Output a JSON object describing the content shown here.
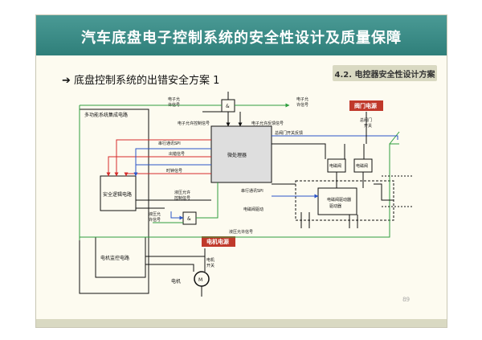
{
  "slide": {
    "title": "汽车底盘电子控制系统的安全性设计及质量保障",
    "section_tag": "4.2. 电控器安全性设计方案",
    "subtitle": "底盘控制系统的出错安全方案 1",
    "page_number": "89"
  },
  "diagram": {
    "blocks": {
      "multi_ic": "多功能系统集成电路",
      "safety_logic": "安全逻辑电路",
      "motor_monitor": "电机监控电路",
      "microprocessor": "微处理器",
      "valve_driver": "电磁阀驱动器",
      "and_gate_top": "&",
      "and_gate_mid": "&",
      "solenoid_1": "电磁阀",
      "solenoid_2": "电磁阀"
    },
    "labels": {
      "ecu_enable_left": [
        "电子允",
        "许信号"
      ],
      "ecu_enable_right": [
        "电子允",
        "许信号"
      ],
      "ecu_enable_ctrl": "电子允许控制信号",
      "ecu_enable_feedback": "电子允许反馈信号",
      "serial_spi_left": "串行通讯SPI",
      "error_signal": "出错信号",
      "clock_signal": "时钟信号",
      "main_valve_feedback": "总阀门开关反馈",
      "hydraulic_enable_ctrl": [
        "液压允许",
        "控制信号"
      ],
      "hydraulic_enable_left": [
        "液压允",
        "许信号"
      ],
      "hydraulic_enable_bottom": "液压允许信号",
      "serial_spi_right": "串行通讯SPI",
      "valve_drive": "电磁阀驱动",
      "main_valve_switch": [
        "总阀门",
        "开关"
      ],
      "motor_switch": [
        "电机",
        "开关"
      ],
      "motor": "电机",
      "valve_power": "阀门电源",
      "motor_power": "电机电源",
      "motor_symbol": "M"
    }
  },
  "colors": {
    "title_bar": "#3a8c87",
    "red_box": "#c0392b",
    "line_green": "#2e9e3e",
    "line_red": "#d62b2b",
    "line_blue": "#2b55c8"
  }
}
